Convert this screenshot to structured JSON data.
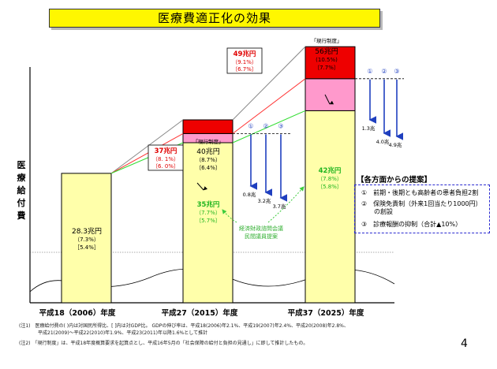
{
  "title": "医療費適正化の効果",
  "page_number": "4",
  "chart_data": {
    "type": "bar",
    "ylabel": "医療給付費",
    "categories": [
      "平成18（2006）年度",
      "平成27（2015）年度",
      "平成37（2025）年度"
    ],
    "series": [
      {
        "values": [
          28.3,
          35,
          42
        ]
      },
      {
        "values": [
          0,
          5,
          14
        ]
      }
    ],
    "current_system_tag": "「現行制度」",
    "labels": [
      {
        "amount": "28.3兆円",
        "gdp": "（7.3%）",
        "ni": "［5.4%］"
      },
      {
        "amount": "40兆円",
        "gdp": "（8.7%）",
        "ni": "〔6.4%〕"
      },
      {
        "amount": "56兆円",
        "gdp": "(10.5%)",
        "ni": "〔7.7%〕"
      }
    ],
    "reduced_labels": [
      {
        "amount": "35兆円",
        "gdp": "（7.7%）",
        "ni": "〔5.7%〕"
      },
      {
        "amount": "42兆円",
        "gdp": "（7.8%）",
        "ni": "〔5.8%〕"
      }
    ],
    "red_labels": [
      {
        "amount": "37兆円",
        "gdp": "（8. 1%）",
        "ni": "〔6. 0%〕"
      },
      {
        "amount": "49兆円",
        "gdp": "（9.1%）",
        "ni": "〔6.7%〕"
      }
    ],
    "reductions": [
      {
        "labels": [
          "①",
          "②",
          "③"
        ],
        "values": [
          "0.8兆",
          "3.2兆",
          "3.7兆"
        ]
      },
      {
        "labels": [
          "①",
          "②",
          "③"
        ],
        "values": [
          "1.3兆",
          "4.0兆",
          "4.9兆"
        ]
      }
    ],
    "annotation": [
      "経済財政諮問会議",
      "民間議員提案"
    ]
  },
  "proposals": {
    "heading": "【各方面からの提案】",
    "items": [
      {
        "num": "①",
        "text": "前期・後期とも高齢者の患者負担2割"
      },
      {
        "num": "②",
        "text": "保険免責制（外来1回当たり1000円）",
        "text2": "の創設"
      },
      {
        "num": "③",
        "text": "診療報酬の抑制（合計▲10%）"
      }
    ]
  },
  "notes": [
    "(注1)　医療給付費の(  )内は対国民所得比、[  ]内は対GDP比。 GDPの伸び率は、平成18(2006)年2.1%、平成19(2007)年2.4%、平成20(2008)年2.8%、",
    "　　　　平成21(2009)～平成22(2010)年1.9%、平成23(2011)年以降1.6%として推計",
    "(注2)　「現行制度」は、平成18年度概算要求を起算点とし、平成16年5月の「社会保障の給付と負担の見通し」に即して推計したもの。"
  ]
}
